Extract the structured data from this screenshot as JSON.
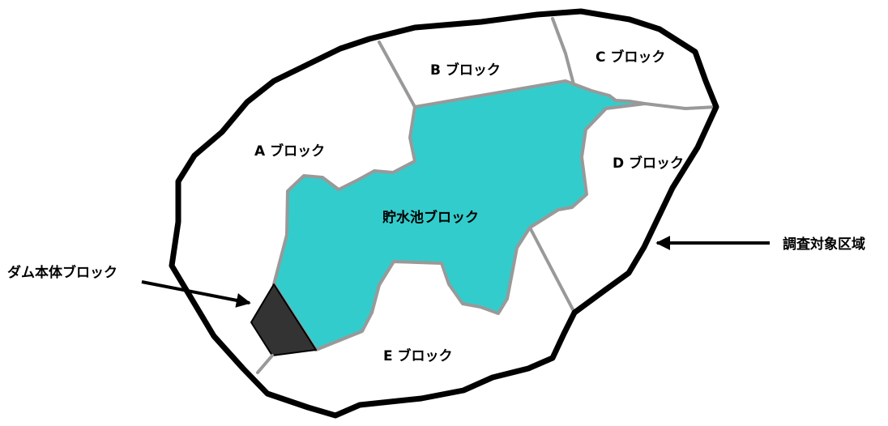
{
  "colors": {
    "reservoir": "#33cccc",
    "reservoir_edge": "#999999",
    "dam": "#333333",
    "outer_boundary": "#000000",
    "inner_boundary": "#999999",
    "background": "#ffffff"
  },
  "blocks": {
    "a": "A ブロック",
    "b": "B ブロック",
    "c": "C ブロック",
    "d": "D ブロック",
    "e": "E ブロック",
    "reservoir": "貯水池ブロック"
  },
  "callouts": {
    "dam": "ダム本体ブロック",
    "survey_area": "調査対象区域"
  }
}
